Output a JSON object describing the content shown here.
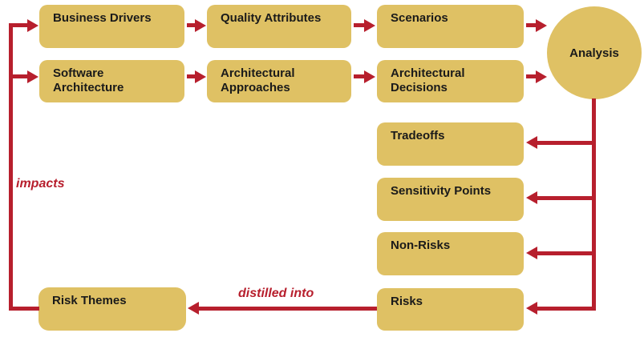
{
  "diagram": {
    "boxes": {
      "business_drivers": "Business Drivers",
      "quality_attributes": "Quality Attributes",
      "scenarios": "Scenarios",
      "software_architecture": "Software Architecture",
      "architectural_approaches": "Architectural Approaches",
      "architectural_decisions": "Architectural Decisions",
      "analysis": "Analysis",
      "tradeoffs": "Tradeoffs",
      "sensitivity_points": "Sensitivity Points",
      "non_risks": "Non-Risks",
      "risks": "Risks",
      "risk_themes": "Risk Themes"
    },
    "labels": {
      "impacts": "impacts",
      "distilled_into": "distilled into"
    },
    "colors": {
      "box_fill": "#DFC164",
      "arrow": "#B71F2D",
      "text": "#1A1A1A",
      "label_text": "#B71F2D",
      "background": "#FFFFFF"
    }
  }
}
